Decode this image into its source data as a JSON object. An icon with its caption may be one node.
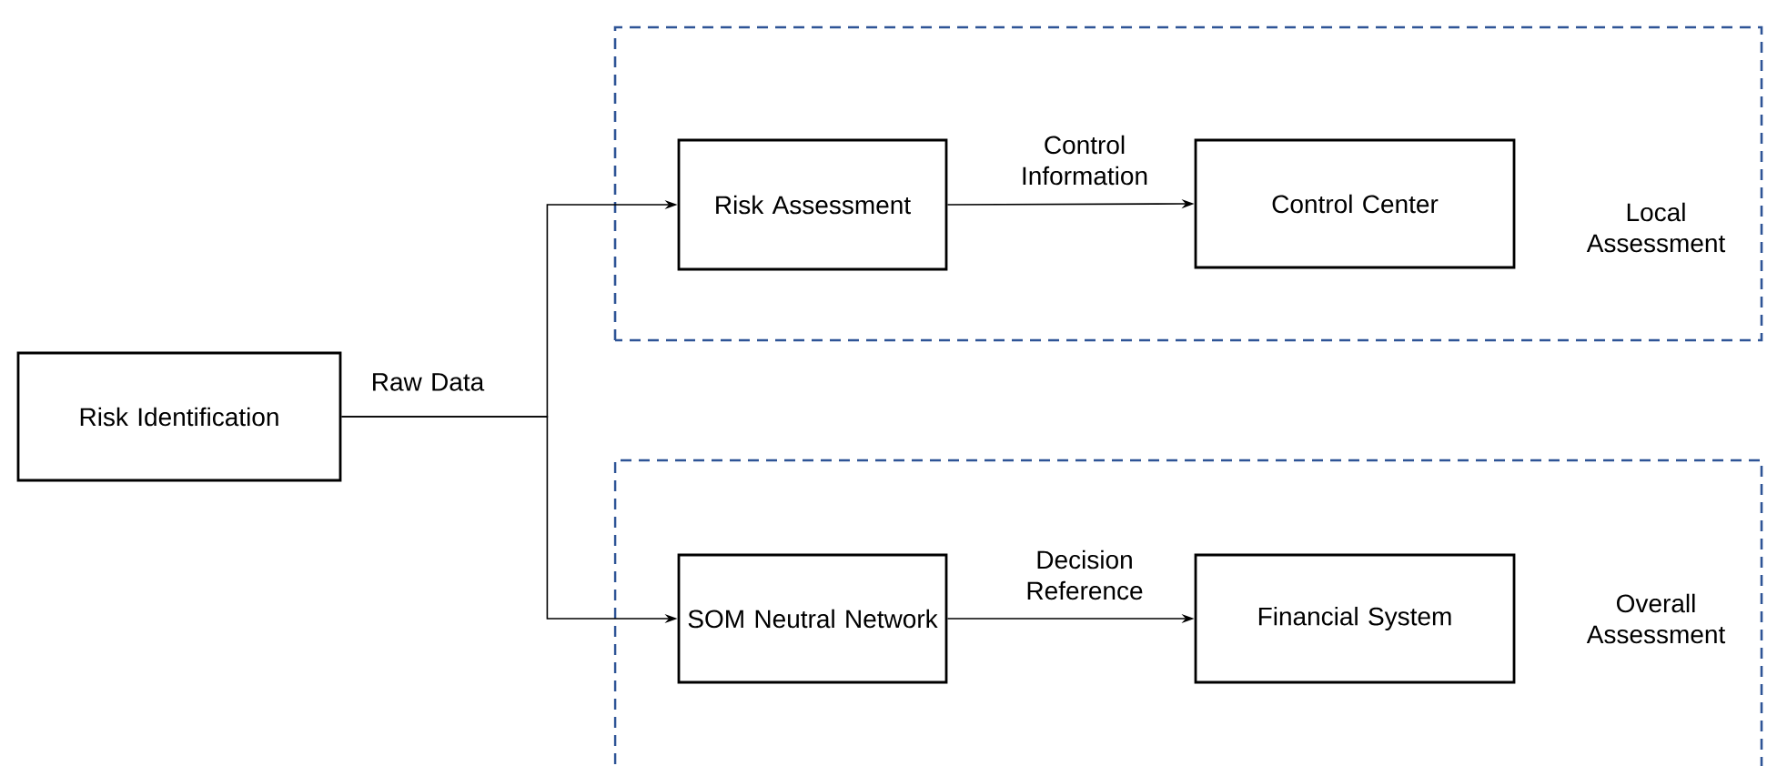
{
  "diagram": {
    "nodes": [
      {
        "text": [
          "Risk Identification"
        ]
      },
      {
        "text": [
          "Local Assessment"
        ]
      },
      {
        "text": [
          "Risk Assessment"
        ],
        "in": 1
      },
      {
        "text": [
          "Control Center"
        ],
        "in": 1
      },
      {
        "text": [
          "Overall Assessment"
        ]
      },
      {
        "text": [
          "SOM Neutral Network"
        ],
        "in": 4
      },
      {
        "text": [
          "Financial System"
        ],
        "in": 4
      }
    ],
    "edges": [
      {
        "from": 0,
        "to": 2,
        "arrow": "to",
        "label": "Raw Data"
      },
      {
        "from": 0,
        "to": 5,
        "arrow": "to"
      },
      {
        "from": 2,
        "to": 3,
        "arrow": "to",
        "label": "Control Information"
      },
      {
        "from": 5,
        "to": 6,
        "arrow": "to",
        "label": "Decision Reference"
      }
    ]
  }
}
